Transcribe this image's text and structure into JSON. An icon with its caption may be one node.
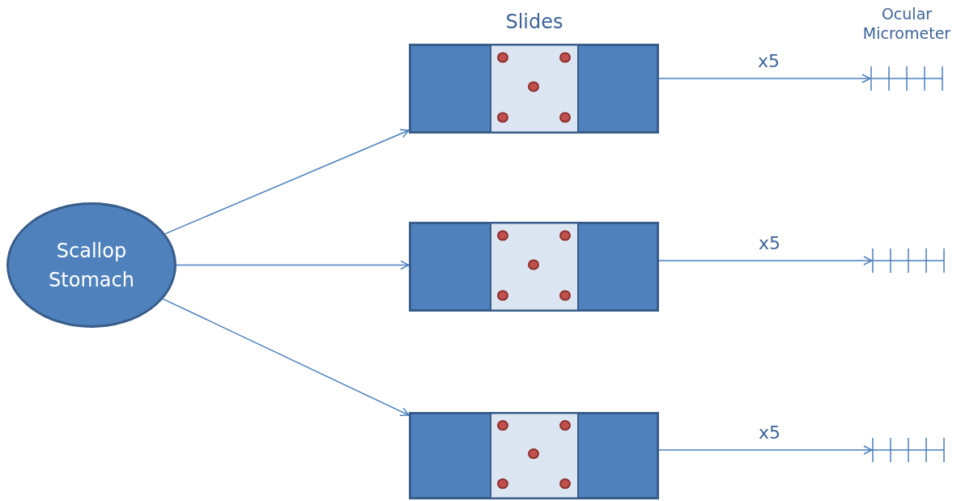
{
  "diagram": {
    "nodes": [
      {
        "text": [
          "Scallop Stomach"
        ]
      },
      {
        "text": [],
        "shape": "picture"
      },
      {
        "text": [],
        "shape": "picture"
      },
      {
        "text": [],
        "shape": "picture"
      },
      {
        "text": [],
        "shape": "picture"
      },
      {
        "text": [],
        "shape": "picture"
      },
      {
        "text": [],
        "shape": "picture"
      }
    ],
    "edges": [
      {
        "from": 0,
        "to": 1,
        "arrow": "to"
      },
      {
        "from": 0,
        "to": 2,
        "arrow": "to"
      },
      {
        "from": 0,
        "to": 3,
        "arrow": "to"
      },
      {
        "from": 1,
        "to": 4,
        "arrow": "to",
        "label": "x5"
      },
      {
        "from": 2,
        "to": 5,
        "arrow": "to",
        "label": "x5"
      },
      {
        "from": 3,
        "to": 6,
        "arrow": "to",
        "label": "x5"
      }
    ],
    "labels": [
      "Slides",
      "Ocular Micrometer"
    ]
  }
}
